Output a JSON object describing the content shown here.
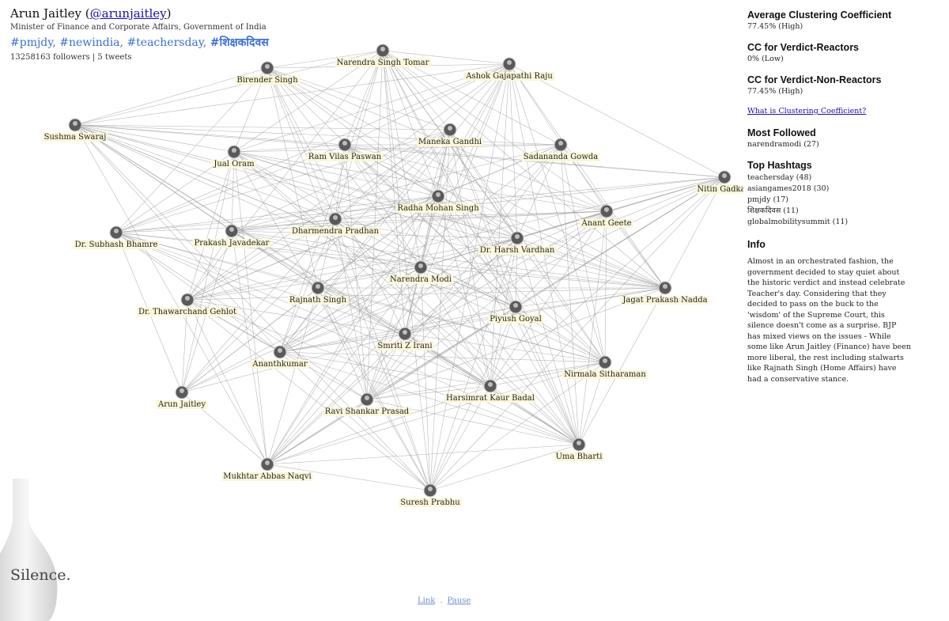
{
  "profile": {
    "name": "Arun Jaitley",
    "handle": "@arunjaitley",
    "role": "Minister of Finance and Corporate Affairs, Government of India",
    "hashtags": [
      "#pmjdy",
      "#newindia",
      "#teachersday",
      "#शिक्षकदिवस"
    ],
    "followers": "13258163 followers",
    "tweets": "5 tweets",
    "stats_separator": "|"
  },
  "graph": {
    "nodes": [
      "Narendra Singh Tomar",
      "Ashok Gajapathi Raju",
      "Birender Singh",
      "Sushma Swaraj",
      "Maneka Gandhi",
      "Jual Oram",
      "Ram Vilas Paswan",
      "Sadananda Gowda",
      "Nitin Gadkari",
      "Radha Mohan Singh",
      "Anant Geete",
      "Dharmendra Pradhan",
      "Dr. Subhash Bhamre",
      "Prakash Javadekar",
      "Dr. Harsh Vardhan",
      "Narendra Modi",
      "Jagat Prakash Nadda",
      "Rajnath Singh",
      "Dr. Thawarchand Gehlot",
      "Piyush Goyal",
      "Smriti Z Irani",
      "Ananthkumar",
      "Nirmala Sitharaman",
      "Harsimrat Kaur Badal",
      "Arun Jaitley",
      "Ravi Shankar Prasad",
      "Uma Bharti",
      "Mukhtar Abbas Naqvi",
      "Suresh Prabhu"
    ]
  },
  "sidebar": {
    "avg_cc": {
      "title": "Average Clustering Coefficient",
      "value": "77.45% (High)"
    },
    "cc_reactors": {
      "title": "CC for Verdict-Reactors",
      "value": "0% (Low)"
    },
    "cc_non_reactors": {
      "title": "CC for Verdict-Non-Reactors",
      "value": "77.45% (High)"
    },
    "cc_link": "What is Clustering Coefficient?",
    "most_followed": {
      "title": "Most Followed",
      "value": "narendramodi (27)"
    },
    "top_hashtags": {
      "title": "Top Hashtags",
      "items": [
        "teachersday (48)",
        "asiangames2018 (30)",
        "pmjdy (17)",
        "शिक्षकदिवस (11)",
        "globalmobilitysummit (11)"
      ]
    },
    "info": {
      "title": "Info",
      "text": "Almost in an orchestrated fashion, the government decided to stay quiet about the historic verdict and instead celebrate Teacher's day. Considering that they decided to pass on the buck to the 'wisdom' of the Supreme Court, this silence doesn't come as a surprise. BJP has mixed views on the issues - While some like Arun Jaitley (Finance) have been more liberal, the rest including stalwarts like Rajnath Singh (Home Affairs) have had a conservative stance."
    }
  },
  "footer": {
    "title": "Silence.",
    "link_label": "Link",
    "pause_label": "Pause",
    "separator": "."
  }
}
